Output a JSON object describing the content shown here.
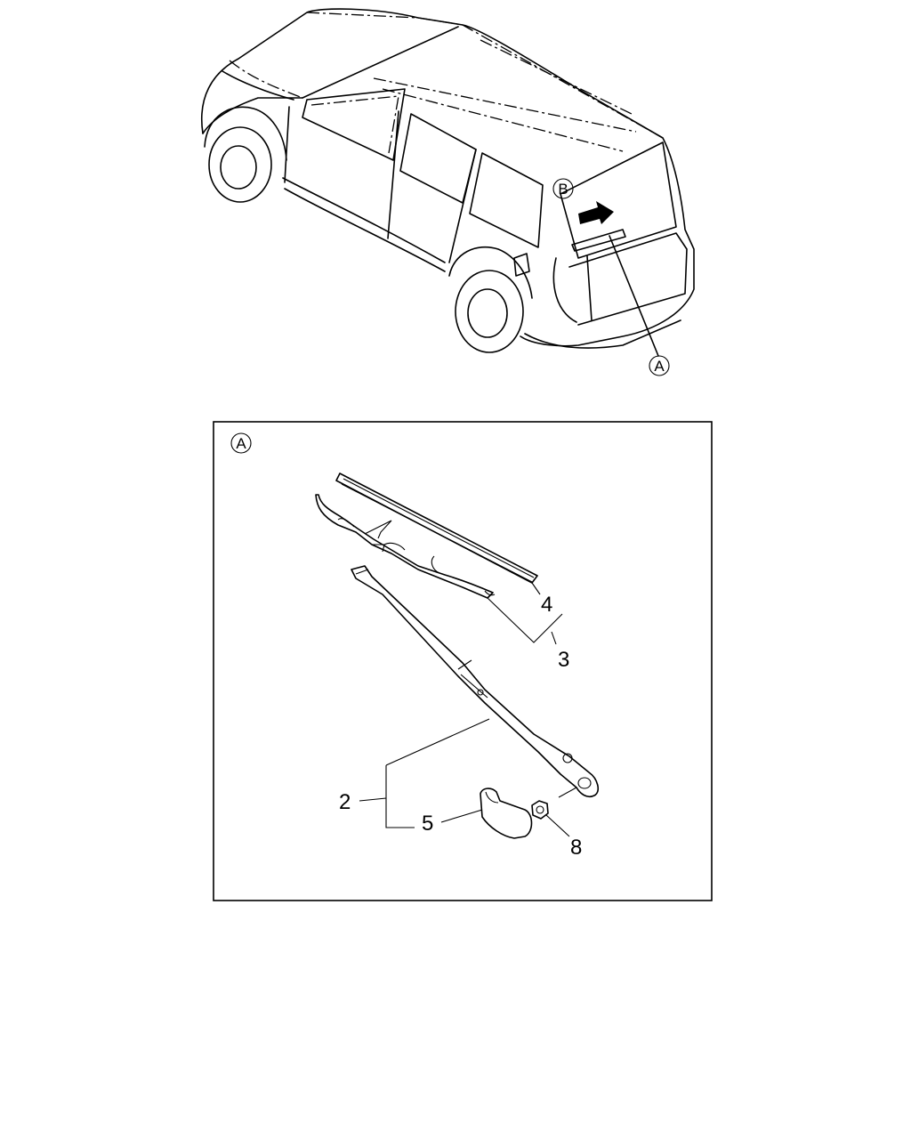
{
  "callouts": {
    "b_marker": "B",
    "a_marker": "A",
    "detail_marker": "A"
  },
  "parts": {
    "p4": "4",
    "p3": "3",
    "p2": "2",
    "p5": "5",
    "p8": "8"
  }
}
